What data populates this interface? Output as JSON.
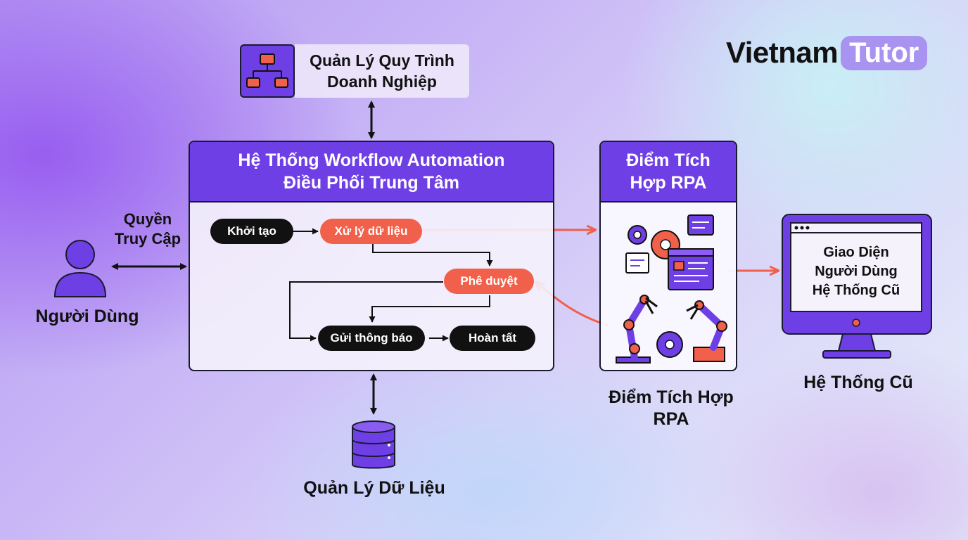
{
  "brand": {
    "part1": "Vietnam",
    "part2": "Tutor"
  },
  "process_mgmt": {
    "line1": "Quản Lý Quy Trình",
    "line2": "Doanh Nghiệp"
  },
  "central": {
    "title_line1": "Hệ Thống Workflow Automation",
    "title_line2": "Điều Phối Trung Tâm",
    "steps": {
      "init": "Khởi tạo",
      "process": "Xử lý dữ liệu",
      "approve": "Phê duyệt",
      "notify": "Gửi thông báo",
      "done": "Hoàn tất"
    }
  },
  "user": {
    "access_line1": "Quyền",
    "access_line2": "Truy Cập",
    "label": "Người Dùng"
  },
  "data_mgmt": {
    "label": "Quản Lý Dữ Liệu"
  },
  "rpa": {
    "head_line1": "Điểm Tích",
    "head_line2": "Hợp RPA",
    "caption_line1": "Điểm Tích Hợp",
    "caption_line2": "RPA"
  },
  "legacy": {
    "screen_line1": "Giao Diện",
    "screen_line2": "Người Dùng",
    "screen_line3": "Hệ Thống Cũ",
    "label": "Hệ Thống Cũ"
  },
  "colors": {
    "purple": "#6f3fe6",
    "coral": "#f0604a",
    "dark": "#111111"
  }
}
